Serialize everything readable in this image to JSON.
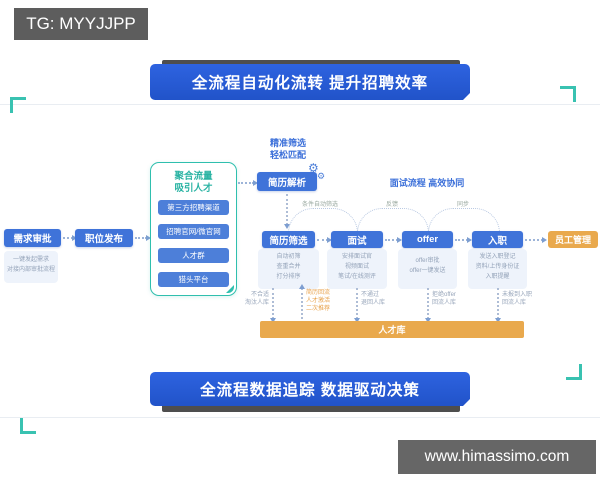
{
  "watermarks": {
    "tg": "TG: MYYJJPP",
    "site": "www.himassimo.com"
  },
  "banners": {
    "top": "全流程自动化流转 提升招聘效率",
    "bottom": "全流程数据追踪 数据驱动决策"
  },
  "colors": {
    "banner_blue": "#2457d6",
    "box_blue": "#3f73d9",
    "teal_accent": "#2fbfae",
    "orange": "#e9a94d",
    "panel_bg": "#eef3fb",
    "badge_gray": "#5d5d5d"
  },
  "icons": {
    "gear": "⚙"
  },
  "left_flow": {
    "approval": {
      "label": "需求审批",
      "notes": [
        "一键发起需求",
        "对接内部审批流程"
      ]
    },
    "publish": {
      "label": "职位发布"
    }
  },
  "sourcing": {
    "title": [
      "聚合流量",
      "吸引人才"
    ],
    "channels": [
      "第三方招聘渠道",
      "招聘官网/微官网",
      "人才群",
      "猎头平台"
    ]
  },
  "parsing": {
    "caption": [
      "精准筛选",
      "轻松匹配"
    ],
    "label": "简历解析"
  },
  "captions": {
    "interview": "面试流程 高效协同"
  },
  "stages": [
    {
      "label": "简历筛选",
      "notes": [
        "自动初筛",
        "查重合并",
        "打分排序"
      ]
    },
    {
      "label": "面试",
      "notes": [
        "安排面试官",
        "视频面试",
        "笔试/在线测评"
      ]
    },
    {
      "label": "offer",
      "notes": [
        "offer审批",
        "offer一键发送"
      ]
    },
    {
      "label": "入职",
      "notes": [
        "发送入职登记",
        "资料/上传身份证",
        "入职提醒"
      ]
    }
  ],
  "arc_labels": [
    "条件自动筛选",
    "反馈",
    "同步"
  ],
  "employee": {
    "label": "员工管理"
  },
  "talent_pool": {
    "label": "人才库"
  },
  "drops": [
    {
      "lines": [
        "不合适",
        "淘汰人库"
      ]
    },
    {
      "lines": [
        "简历回流",
        "人才激活",
        "二次推荐"
      ]
    },
    {
      "lines": [
        "不通过",
        "退回人库"
      ]
    },
    {
      "lines": [
        "拒绝offer",
        "回流人库"
      ]
    },
    {
      "lines": [
        "未报到入职",
        "回流人库"
      ]
    }
  ]
}
